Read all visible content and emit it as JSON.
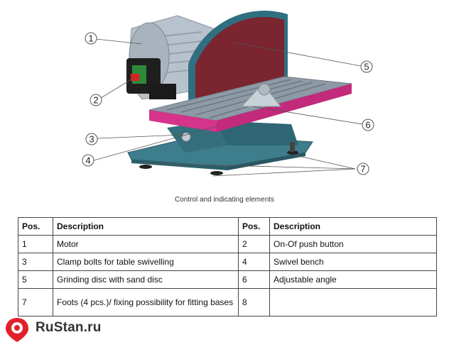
{
  "figure": {
    "callouts": [
      "1",
      "2",
      "3",
      "4",
      "5",
      "6",
      "7"
    ]
  },
  "caption": "Control and indicating elements",
  "table": {
    "headers": [
      "Pos.",
      "Description",
      "Pos.",
      "Description"
    ],
    "rows": [
      [
        "1",
        "Motor",
        "2",
        "On-Of push button"
      ],
      [
        "3",
        "Clamp bolts for table swivelling",
        "4",
        "Swivel bench"
      ],
      [
        "5",
        "Grinding disc  with sand disc",
        "6",
        "Adjustable angle"
      ],
      [
        "7",
        "Foots (4 pcs.)/ fixing possibility for fitting bases",
        "8",
        ""
      ]
    ]
  },
  "logo": {
    "text": "RuStan.ru"
  },
  "colors": {
    "disc": "#7a2530",
    "disc_rim": "#2f6f80",
    "motor": "#b8c2cc",
    "table_edge": "#d6338a",
    "base": "#3e7d8c",
    "logo_red": "#e0202a"
  }
}
